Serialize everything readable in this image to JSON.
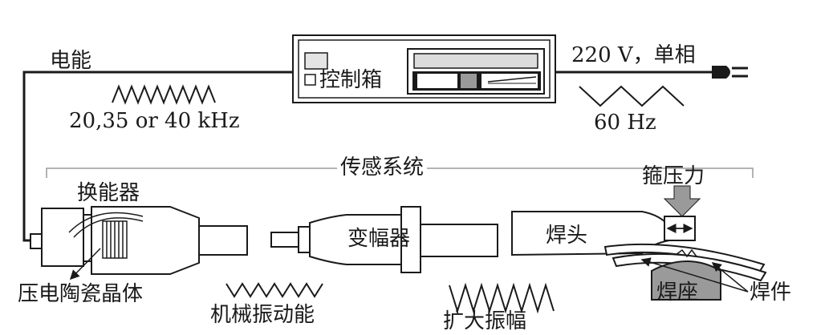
{
  "labels": {
    "power": "电能",
    "supply": "220 V，单相",
    "freq_out": "20,35 or 40 kHz",
    "freq_in": "60 Hz",
    "control_box": "控制箱",
    "sensing_system": "传感系统",
    "transducer": "换能器",
    "pressure": "箍压力",
    "booster": "变幅器",
    "horn": "焊头",
    "piezo_crystal": "压电陶瓷晶体",
    "mech_vibration": "机械振动能",
    "amplified": "扩大振幅",
    "anvil": "焊座",
    "workpiece": "焊件"
  },
  "colors": {
    "ink": "#1a1a1a",
    "gray_fill": "#9a9a9a",
    "light_fill": "#e4e4e4"
  }
}
